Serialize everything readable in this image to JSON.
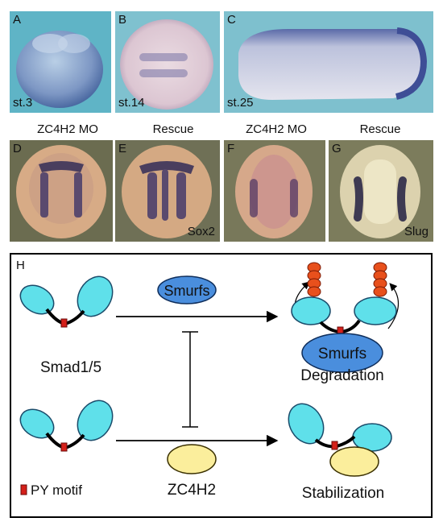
{
  "top_row": {
    "panels": [
      {
        "label": "A",
        "stage": "st.3"
      },
      {
        "label": "B",
        "stage": "st.14"
      },
      {
        "label": "C",
        "stage": "st.25"
      }
    ]
  },
  "middle_row": {
    "captions": [
      "ZC4H2 MO",
      "Rescue",
      "ZC4H2 MO",
      "Rescue"
    ],
    "panels": [
      {
        "label": "D",
        "marker": ""
      },
      {
        "label": "E",
        "marker": "Sox2"
      },
      {
        "label": "F",
        "marker": ""
      },
      {
        "label": "G",
        "marker": "Slug"
      }
    ]
  },
  "diagram": {
    "label": "H",
    "smurfs_top": "Smurfs",
    "smurfs_complex": "Smurfs",
    "smad_label": "Smad1/5",
    "degradation_label": "Degradation",
    "zc4h2_label": "ZC4H2",
    "stabilization_label": "Stabilization",
    "legend_label": "PY motif",
    "colors": {
      "smad": "#5fe0ea",
      "smurfs": "#4a8edd",
      "zc4h2": "#fbee9c",
      "py_motif": "#d4201a",
      "ubiquitin": "#e8501c"
    }
  }
}
